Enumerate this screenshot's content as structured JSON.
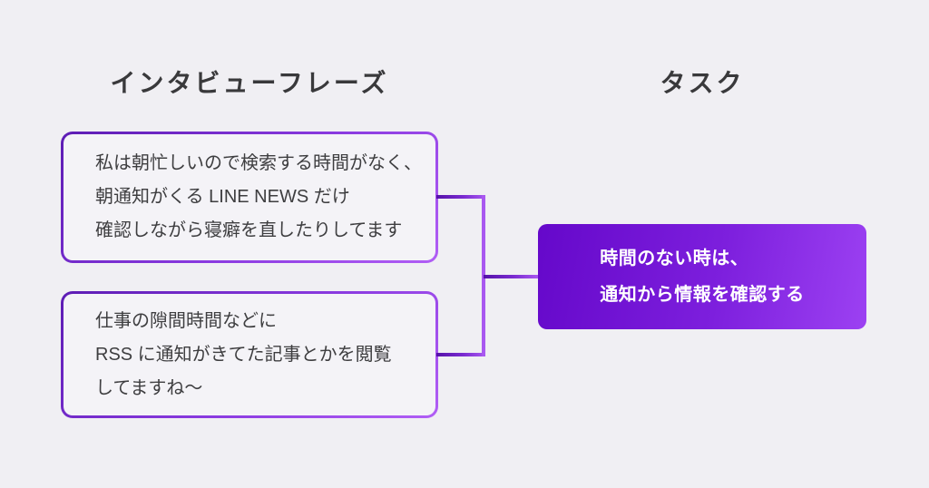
{
  "headings": {
    "interview": "インタビューフレーズ",
    "task": "タスク"
  },
  "interview_quotes": [
    {
      "lines": [
        "私は朝忙しいので検索する時間がなく、",
        "朝通知がくる LINE NEWS だけ",
        "確認しながら寝癖を直したりしてます"
      ]
    },
    {
      "lines": [
        "仕事の隙間時間などに",
        "RSS に通知がきてた記事とかを閲覧",
        "してますね～"
      ]
    }
  ],
  "task": {
    "lines": [
      "時間のない時は、",
      "通知から情報を確認する"
    ]
  },
  "colors": {
    "page_background": "#f0eff3",
    "quote_box_fill": "#f4f3f7",
    "quote_border_gradient_start": "#5d1cb4",
    "quote_border_gradient_end": "#b15ef5",
    "task_box_gradient_start": "#6508ca",
    "task_box_gradient_end": "#9c41f2",
    "connector_dark": "#5512a8",
    "connector_light": "#a958f0",
    "heading_text": "#39393b",
    "quote_text": "#3e3e40",
    "task_text": "#ffffff"
  }
}
